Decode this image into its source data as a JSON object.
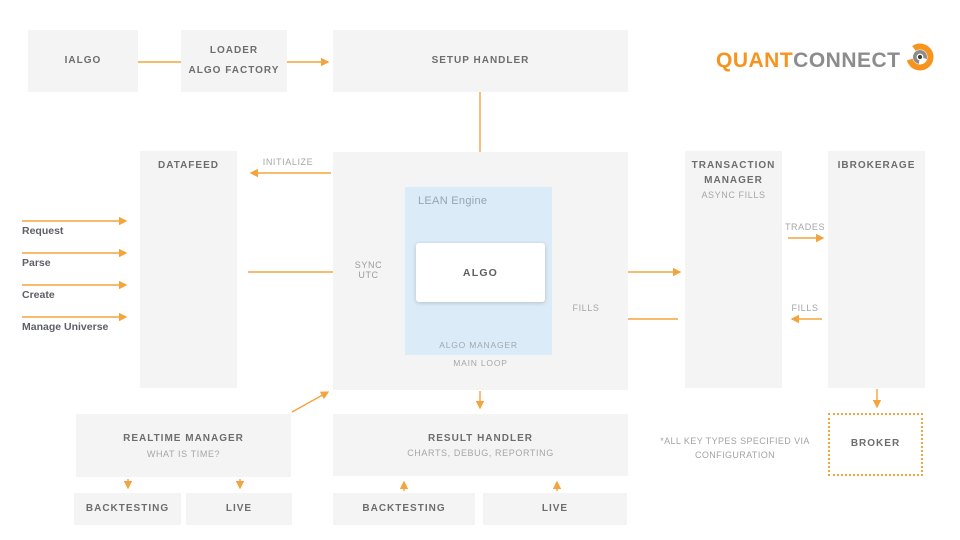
{
  "logo": {
    "quant": "QUANT",
    "connect": "CONNECT",
    "icon": "quantconnect-swirl"
  },
  "colors": {
    "accent_orange": "#f5a33c",
    "logo_orange": "#f7941e",
    "logo_gray": "#8c8c8c",
    "box_fill": "#f4f4f4",
    "lean_blue": "#dcebf8",
    "title_text": "#6d6d6d",
    "muted_text": "#a6a6a6"
  },
  "nodes": {
    "ialgo": {
      "label": "IALGO"
    },
    "loader": {
      "line1": "LOADER",
      "line2": "ALGO FACTORY"
    },
    "setup_handler": {
      "label": "SETUP HANDLER"
    },
    "datafeed": {
      "label": "DATAFEED"
    },
    "transaction_manager": {
      "title": "TRANSACTION\nMANAGER",
      "subtitle": "ASYNC FILLS"
    },
    "ibrokerage": {
      "label": "IBROKERAGE"
    },
    "lean_engine": {
      "label": "LEAN Engine",
      "algo": "ALGO",
      "algo_manager": "ALGO MANAGER",
      "main_loop": "MAIN LOOP"
    },
    "realtime_manager": {
      "title": "REALTIME MANAGER",
      "subtitle": "WHAT IS TIME?"
    },
    "result_handler": {
      "title": "RESULT HANDLER",
      "subtitle": "CHARTS, DEBUG, REPORTING"
    },
    "backtesting_left": {
      "label": "BACKTESTING"
    },
    "live_left": {
      "label": "LIVE"
    },
    "backtesting_center": {
      "label": "BACKTESTING"
    },
    "live_center": {
      "label": "LIVE"
    },
    "broker": {
      "label": "BROKER"
    }
  },
  "edge_labels": {
    "initialize": "INITIALIZE",
    "sync_utc": "SYNC UTC",
    "trades": "TRADES",
    "fills_engine": "FILLS",
    "fills_broker": "FILLS"
  },
  "side_labels": [
    "Request",
    "Parse",
    "Create",
    "Manage Universe"
  ],
  "note": {
    "line1": "*ALL KEY TYPES SPECIFIED VIA",
    "line2": "CONFIGURATION"
  }
}
